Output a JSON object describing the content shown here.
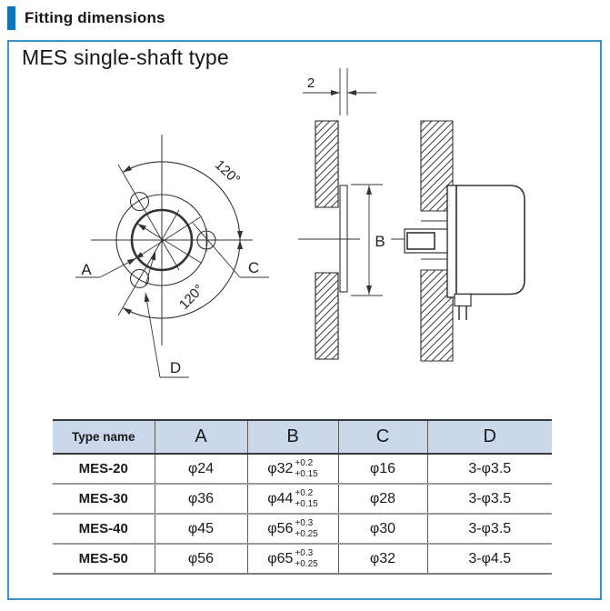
{
  "page": {
    "title": "Fitting dimensions",
    "box_title": "MES single-shaft type"
  },
  "drawing": {
    "front_view": {
      "labels": {
        "a": "A",
        "c": "C",
        "d": "D",
        "angle_upper": "120°",
        "angle_lower": "120°"
      }
    },
    "section_view": {
      "labels": {
        "plate_thickness": "2",
        "b": "B"
      }
    }
  },
  "table": {
    "headers": [
      "Type name",
      "A",
      "B",
      "C",
      "D"
    ],
    "rows": [
      {
        "type": "MES-20",
        "a": "φ24",
        "b_base": "φ32",
        "b_tol_upper": "+0.2",
        "b_tol_lower": "+0.15",
        "c": "φ16",
        "d": "3-φ3.5"
      },
      {
        "type": "MES-30",
        "a": "φ36",
        "b_base": "φ44",
        "b_tol_upper": "+0.2",
        "b_tol_lower": "+0.15",
        "c": "φ28",
        "d": "3-φ3.5"
      },
      {
        "type": "MES-40",
        "a": "φ45",
        "b_base": "φ56",
        "b_tol_upper": "+0.3",
        "b_tol_lower": "+0.25",
        "c": "φ30",
        "d": "3-φ3.5"
      },
      {
        "type": "MES-50",
        "a": "φ56",
        "b_base": "φ65",
        "b_tol_upper": "+0.3",
        "b_tol_lower": "+0.25",
        "c": "φ32",
        "d": "3-φ4.5"
      }
    ]
  },
  "colors": {
    "accent_bar": "#0f74ba",
    "box_border": "#3a94ca",
    "table_header_bg": "#cbd8eb",
    "line": "#333333"
  }
}
